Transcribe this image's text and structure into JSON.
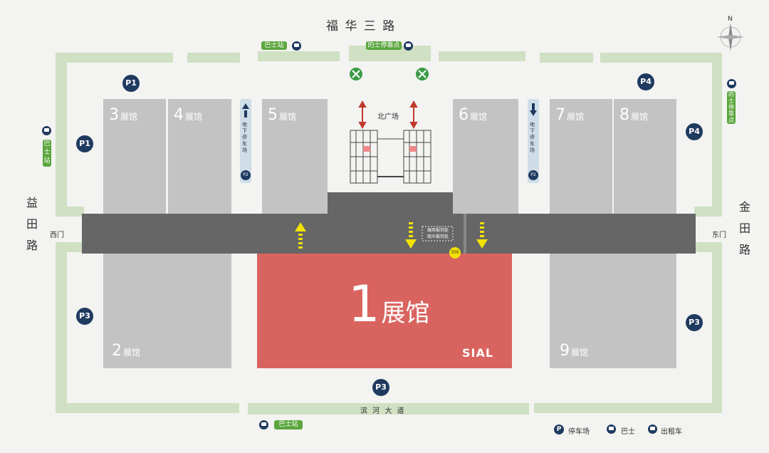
{
  "roads": {
    "north": "福 华 三 路",
    "south": "滨 河 大 道",
    "west": [
      "益",
      "田",
      "路"
    ],
    "east": [
      "金",
      "田",
      "路"
    ]
  },
  "compass": "N",
  "gates": {
    "west": "西门",
    "east": "东门"
  },
  "halls": {
    "h1": {
      "num": "1",
      "suffix": "展馆"
    },
    "h2": {
      "num": "2",
      "suffix": "展馆"
    },
    "h3": {
      "num": "3",
      "suffix": "展馆"
    },
    "h4": {
      "num": "4",
      "suffix": "展馆"
    },
    "h5": {
      "num": "5",
      "suffix": "展馆"
    },
    "h6": {
      "num": "6",
      "suffix": "展馆"
    },
    "h7": {
      "num": "7",
      "suffix": "展馆"
    },
    "h8": {
      "num": "8",
      "suffix": "展馆"
    },
    "h9": {
      "num": "9",
      "suffix": "展馆"
    }
  },
  "north_plaza": "北广场",
  "underground_parking": "地下停车场",
  "underground_parking_badge": "P2",
  "parking_badges": {
    "p1": "P1",
    "p3": "P3",
    "p4": "P4"
  },
  "bus_station": "巴士站",
  "taxi_stop": "的士停靠点",
  "registration": [
    "展商报到处",
    "观众报到处"
  ],
  "room_badge": "305",
  "sial_logo": "SIAL",
  "legend": {
    "parking": "停车场",
    "bus": "巴士",
    "taxi": "出租车",
    "parking_symbol": "P"
  },
  "colors": {
    "hall": "#c3c3c3",
    "hall1": "#d9645f",
    "corridor": "#666666",
    "road_green": "#cfe0c3",
    "badge": "#1f3a5f",
    "green_tag": "#5aa63d"
  }
}
